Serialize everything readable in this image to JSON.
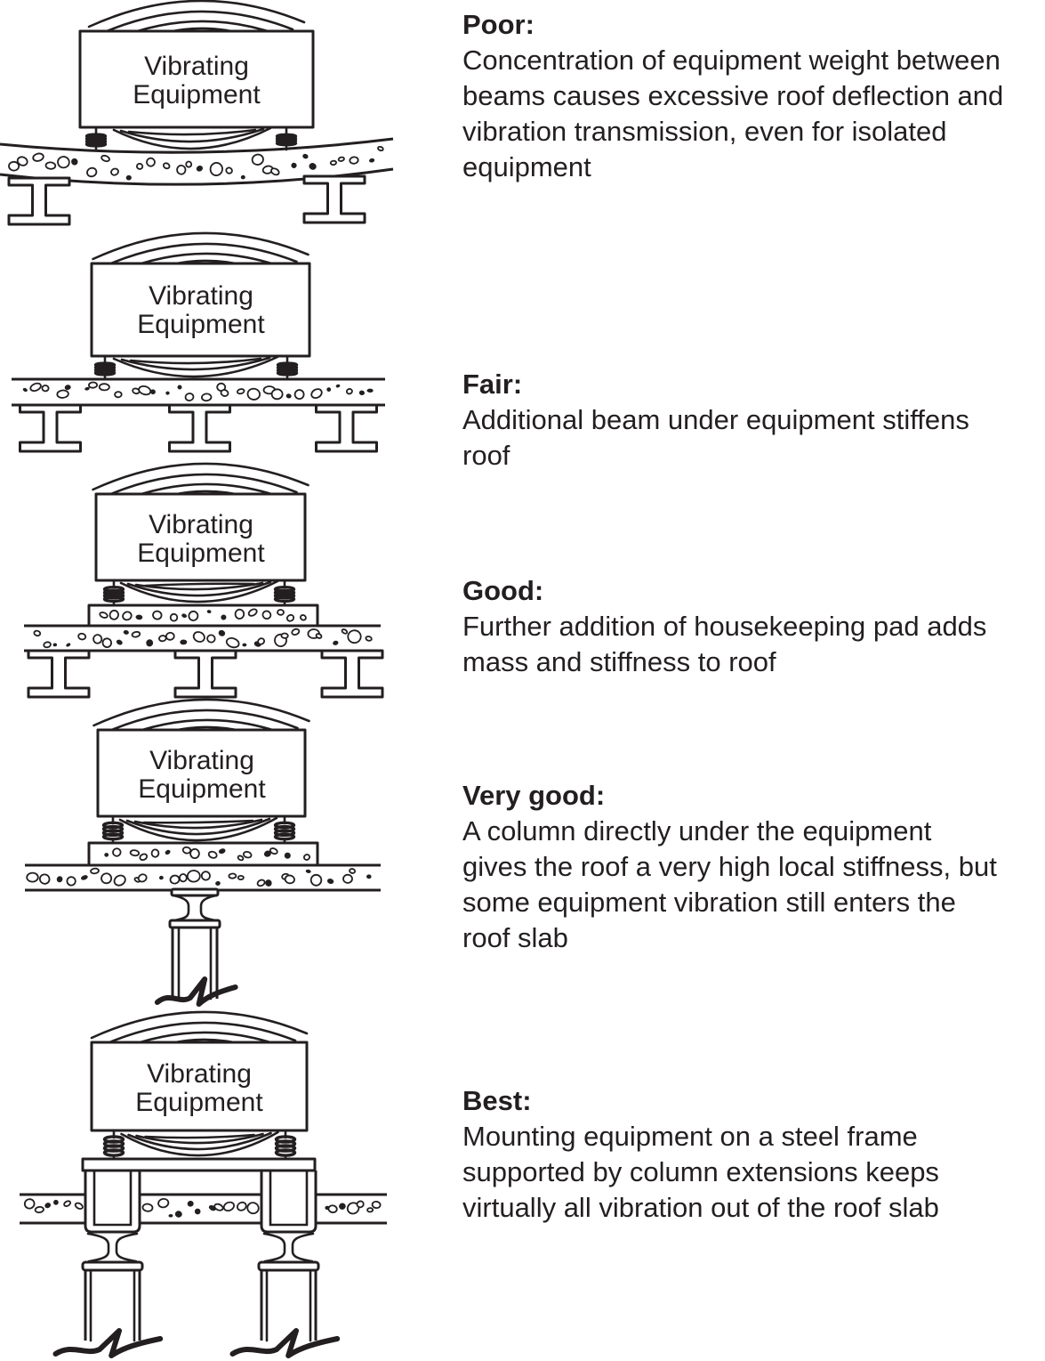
{
  "figure": {
    "equipment_label_line1": "Vibrating",
    "equipment_label_line2": "Equipment",
    "colors": {
      "ink": "#231f20",
      "background": "#ffffff"
    },
    "rows": [
      {
        "id": "poor",
        "title": "Poor:",
        "lines": [
          "Concentration of equipment weight between",
          "beams causes excessive roof deflection and",
          "vibration transmission, even for isolated",
          "equipment"
        ]
      },
      {
        "id": "fair",
        "title": "Fair:",
        "lines": [
          "Additional beam under equipment stiffens",
          "roof"
        ]
      },
      {
        "id": "good",
        "title": "Good:",
        "lines": [
          "Further addition of housekeeping pad adds",
          "mass and stiffness to roof"
        ]
      },
      {
        "id": "very-good",
        "title": "Very good:",
        "lines": [
          "A column directly under the equipment",
          "gives the roof a very high local stiffness, but",
          "some equipment vibration still enters the",
          "roof slab"
        ]
      },
      {
        "id": "best",
        "title": "Best:",
        "lines": [
          "Mounting equipment on a steel frame",
          "supported by column extensions keeps",
          "virtually all vibration out of the roof slab"
        ]
      }
    ]
  }
}
